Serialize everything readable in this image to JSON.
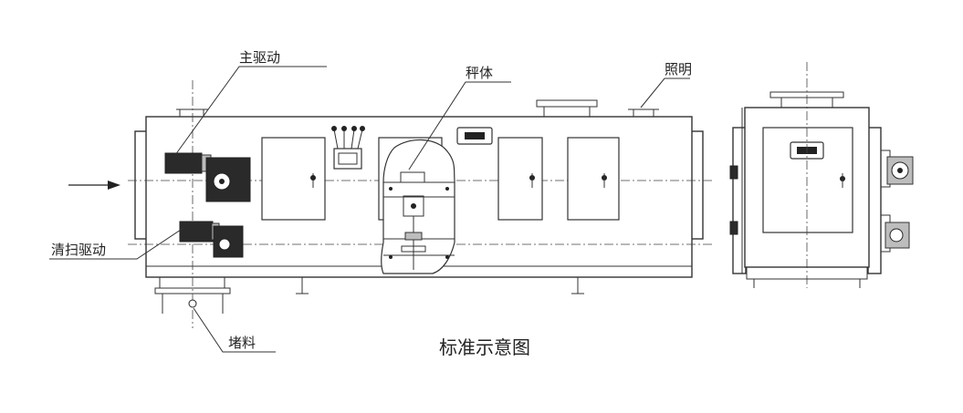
{
  "labels": {
    "main_drive": "主驱动",
    "weigh_body": "秤体",
    "lighting": "照明",
    "clean_drive": "清扫驱动",
    "blockage": "堵料"
  },
  "caption": "标准示意图"
}
